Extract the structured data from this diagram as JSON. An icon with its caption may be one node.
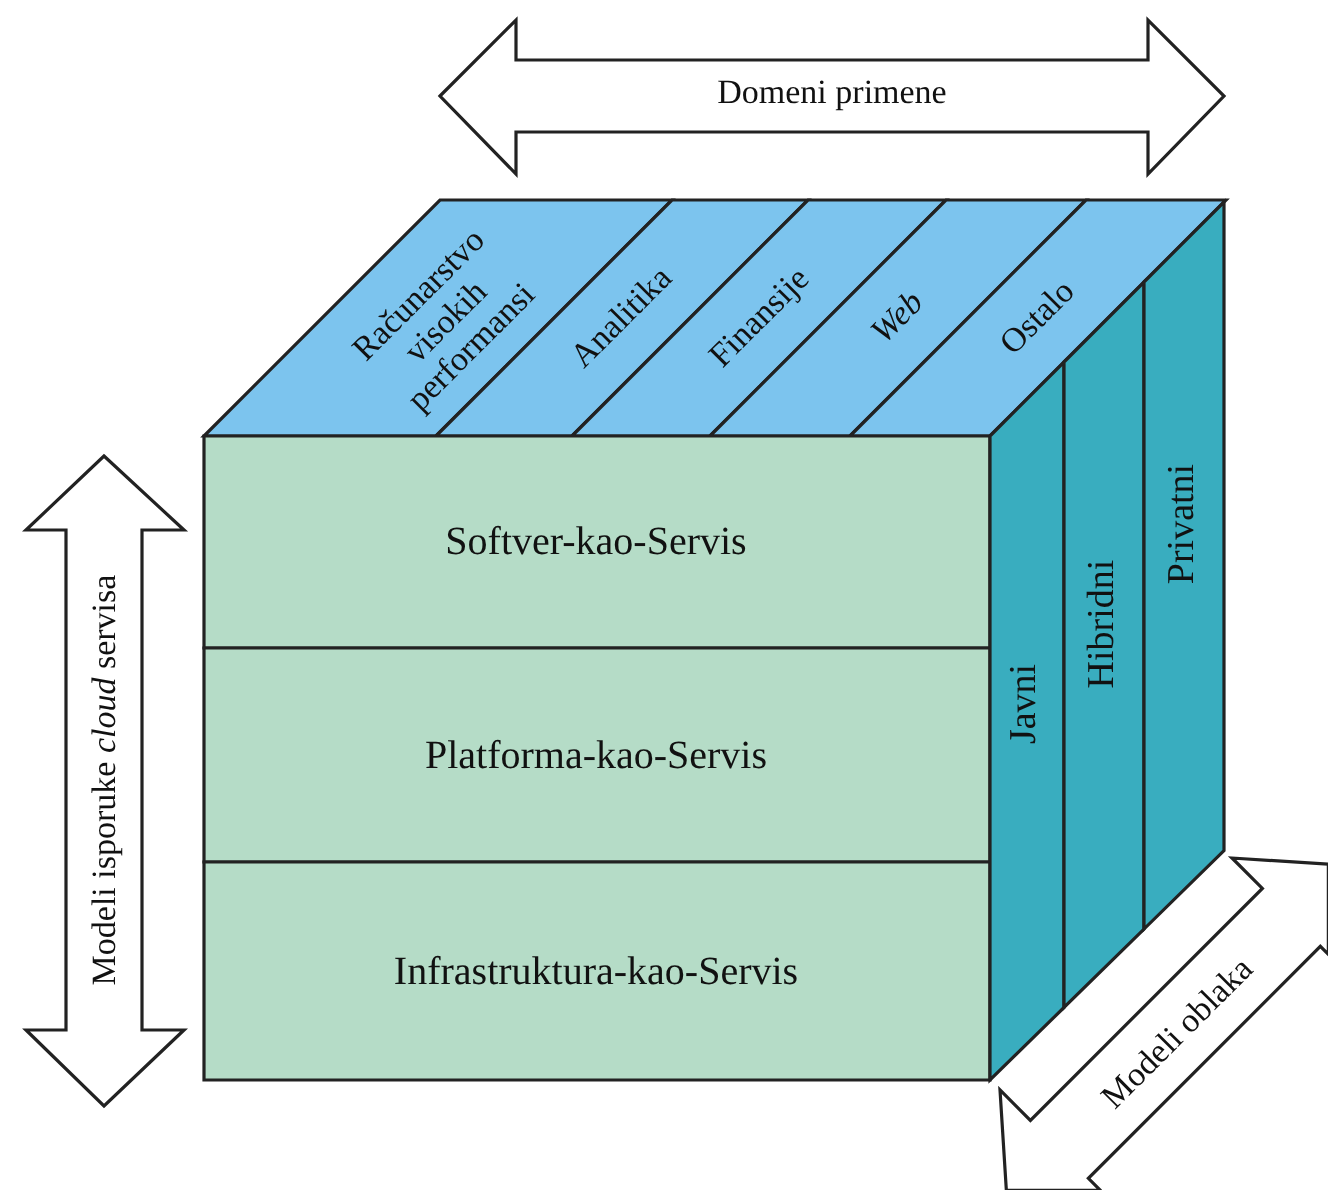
{
  "diagram": {
    "nodes": [
      {
        "text": [
          "Domeni primene"
        ]
      },
      {
        "text": [
          "Računarstvo visokih performansi"
        ]
      },
      {
        "text": [
          "Analitika"
        ]
      },
      {
        "text": [
          "Finansije"
        ]
      },
      {
        "text": [
          "Web"
        ]
      },
      {
        "text": [
          "Ostalo"
        ]
      },
      {
        "text": [
          "Modeli isporuke *cloud* servisa"
        ]
      },
      {
        "text": [
          "Softver-kao-Servis"
        ]
      },
      {
        "text": [
          "Platforma-kao-Servis"
        ]
      },
      {
        "text": [
          "Infrastruktura-kao-Servis"
        ]
      },
      {
        "text": [
          "Javni"
        ]
      },
      {
        "text": [
          "Hibridni"
        ]
      },
      {
        "text": [
          "Privatni"
        ]
      },
      {
        "text": [
          "Modeli oblaka"
        ]
      }
    ]
  }
}
